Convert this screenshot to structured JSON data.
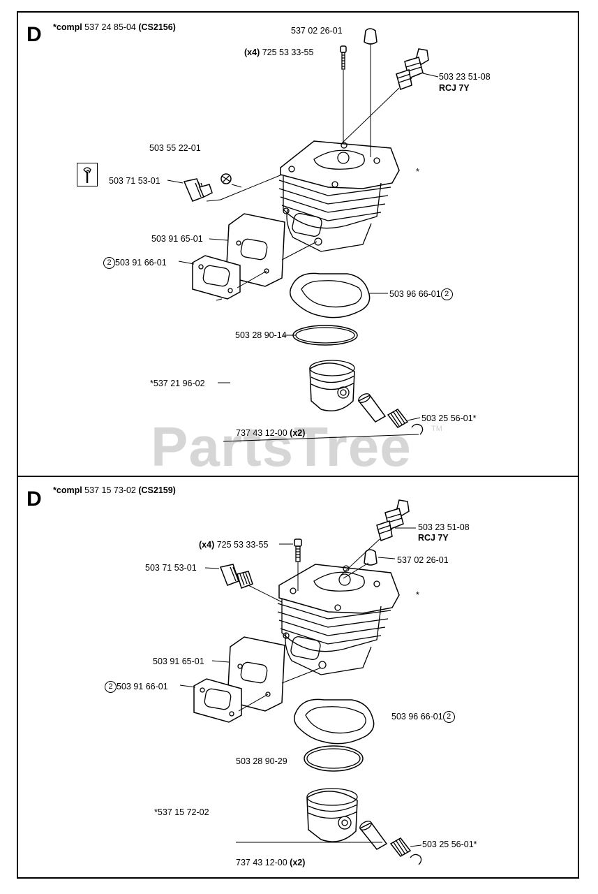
{
  "sections": [
    {
      "letter": "D",
      "title_prefix": "*compl",
      "title_number": "537 24 85-04",
      "title_model": "(CS2156)",
      "labels": {
        "cap": "537 02 26-01",
        "screws_qty": "(x4)",
        "screws": "725 53 33-55",
        "spark_plug": "503 23 51-08",
        "spark_plug_type": "RCJ 7Y",
        "valve": "503 55 22-01",
        "decomp": "503 71 53-01",
        "plate": "503 91 65-01",
        "gasket_left_num": "2",
        "gasket_left": "503 91 66-01",
        "base_gasket": "503 96 66-01",
        "base_gasket_num": "2",
        "ring": "503 28 90-14",
        "piston": "*537 21 96-02",
        "bearing": "503 25 56-01*",
        "circlip": "737 43 12-00",
        "circlip_qty": "(x2)",
        "cyl_star": "*"
      }
    },
    {
      "letter": "D",
      "title_prefix": "*compl",
      "title_number": "537 15 73-02",
      "title_model": "(CS2159)",
      "labels": {
        "spark_plug": "503 23 51-08",
        "spark_plug_type": "RCJ 7Y",
        "screws_qty": "(x4)",
        "screws": "725 53 33-55",
        "cap": "537 02 26-01",
        "decomp": "503 71 53-01",
        "plate": "503 91 65-01",
        "gasket_left_num": "2",
        "gasket_left": "503 91 66-01",
        "base_gasket": "503 96 66-01",
        "base_gasket_num": "2",
        "ring": "503 28 90-29",
        "piston": "*537 15 72-02",
        "bearing": "503 25 56-01*",
        "circlip": "737 43 12-00",
        "circlip_qty": "(x2)",
        "cyl_star": "*"
      }
    }
  ],
  "watermark": "PartsTree",
  "watermark_tm": "TM",
  "icons": [
    "wrench-icon"
  ]
}
